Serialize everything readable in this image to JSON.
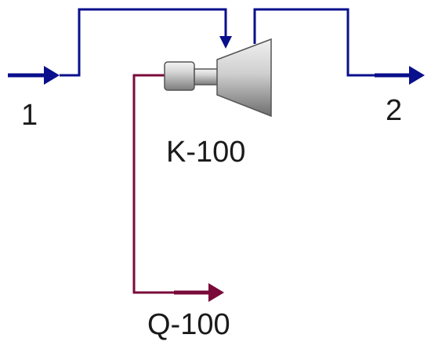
{
  "diagram": {
    "feed_stream": {
      "label": "1"
    },
    "product_stream": {
      "label": "2"
    },
    "unit": {
      "label": "K-100"
    },
    "energy_stream": {
      "label": "Q-100"
    }
  },
  "colors": {
    "material_stream": "#0a0f8c",
    "energy_stream": "#7a0a3a",
    "equipment_body": "#c8c8c8",
    "label_text": "#1a1a1a"
  },
  "icons": {
    "unit": "expander-icon"
  }
}
